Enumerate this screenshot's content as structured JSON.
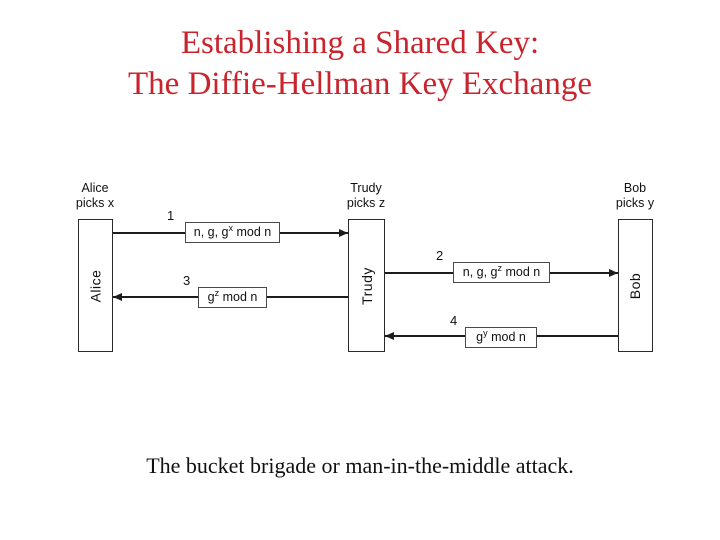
{
  "slide": {
    "title_line1": "Establishing a Shared Key:",
    "title_line2": "The Diffie-Hellman Key Exchange",
    "caption": "The bucket brigade or man-in-the-middle attack.",
    "colors": {
      "title": "#c9232c",
      "line": "#1c1c1c"
    }
  },
  "diagram": {
    "actors": [
      {
        "name": "Alice",
        "picks": "picks x"
      },
      {
        "name": "Trudy",
        "picks": "picks z"
      },
      {
        "name": "Bob",
        "picks": "picks y"
      }
    ],
    "messages": [
      {
        "num": "1",
        "pre": "n, g, g",
        "sup": "x",
        "post": " mod n",
        "direction": "right"
      },
      {
        "num": "2",
        "pre": "n, g, g",
        "sup": "z",
        "post": " mod n",
        "direction": "right"
      },
      {
        "num": "3",
        "pre": "g",
        "sup": "z",
        "post": " mod n",
        "direction": "left"
      },
      {
        "num": "4",
        "pre": "g",
        "sup": "y",
        "post": " mod n",
        "direction": "left"
      }
    ]
  }
}
